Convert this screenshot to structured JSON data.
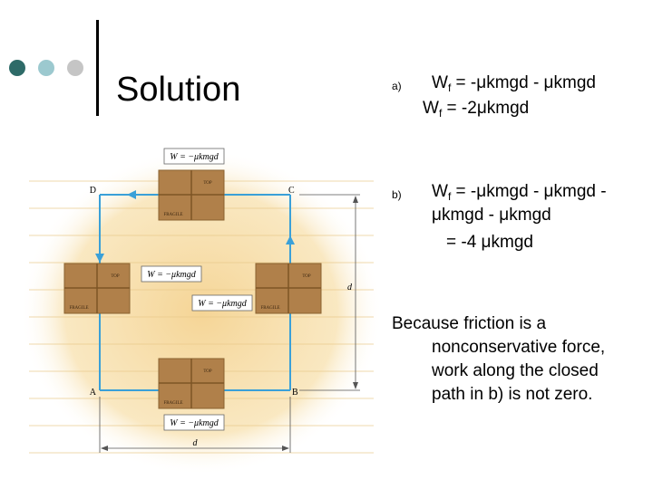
{
  "theme": {
    "dot_colors": [
      "#2e6b68",
      "#9cc9cf",
      "#c5c5c5"
    ],
    "arrow_color": "#3aa0d8",
    "background_glow": "#f4d08a",
    "box_color": "#b0804a"
  },
  "slide": {
    "title": "Solution"
  },
  "part_a": {
    "marker": "a)",
    "line1": {
      "w": "W",
      "sub": "f",
      "rest": " = -μkmgd - μkmgd"
    },
    "line2": {
      "w": "W",
      "sub": "f",
      "rest": " = -2μkmgd"
    }
  },
  "part_b": {
    "marker": "b)",
    "line1": {
      "w": "W",
      "sub": "f",
      "rest": " = -μkmgd - μkmgd -"
    },
    "line2": "μkmgd - μkmgd",
    "line3": "= -4 μkmgd"
  },
  "conclusion": {
    "lines": [
      "Because friction is a",
      "nonconservative force,",
      "work along the closed",
      "path in b) is not zero."
    ]
  },
  "figure": {
    "corners": {
      "a": "A",
      "b": "B",
      "c": "C",
      "d": "D"
    },
    "distance_right": "d",
    "distance_bottom": "d",
    "formula": "W = −μkmgd",
    "box_top_label": "TOP",
    "box_side_label": "FRAGILE"
  }
}
